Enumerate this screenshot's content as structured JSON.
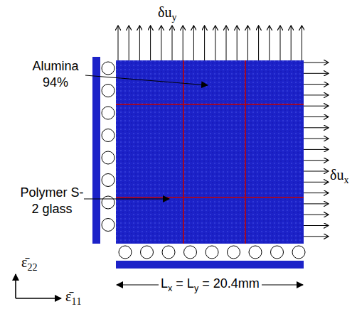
{
  "diagram": {
    "labels": [
      "δuy",
      "δux",
      "Alumina 94%",
      "Polymer S-2 glass",
      "ε̄22",
      "ε̄11",
      "Lx = Ly = 20.4mm"
    ]
  }
}
